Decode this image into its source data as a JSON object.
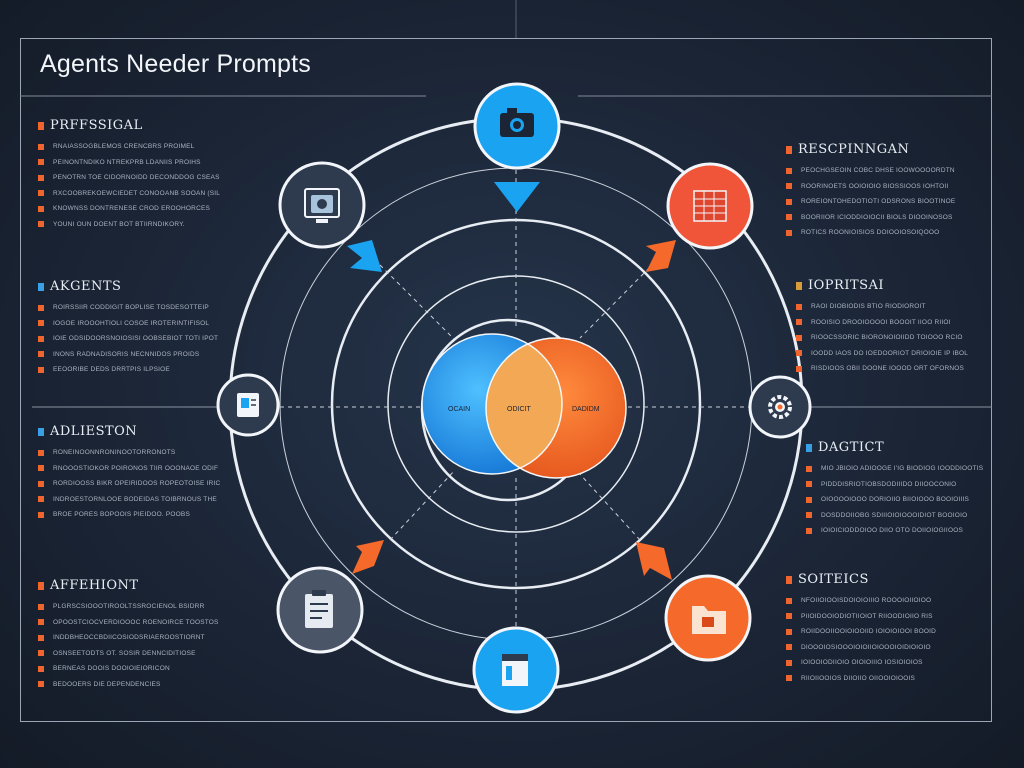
{
  "title": "Agents Needer Prompts",
  "colors": {
    "background": "#1b2536",
    "accent_blue": "#1aa3f0",
    "accent_orange": "#f56a2a",
    "accent_red": "#f0553a",
    "node_dark": "#2e3a4e",
    "line": "#e8edf3"
  },
  "venn": {
    "left_label": "OCAIN",
    "middle_label": "ODICIT",
    "right_label": "DADIDM"
  },
  "nodes": [
    {
      "id": "top",
      "icon": "camera-icon",
      "color": "#1aa3f0"
    },
    {
      "id": "top-left",
      "icon": "document-stack-icon",
      "color": "#2e3a4e"
    },
    {
      "id": "top-right",
      "icon": "grid-chart-icon",
      "color": "#f0553a"
    },
    {
      "id": "left",
      "icon": "id-card-icon",
      "color": "#2e3a4e"
    },
    {
      "id": "right",
      "icon": "gear-icon",
      "color": "#2e3a4e"
    },
    {
      "id": "bottom-left",
      "icon": "clipboard-icon",
      "color": "#4a5568"
    },
    {
      "id": "bottom",
      "icon": "box-icon",
      "color": "#1aa3f0"
    },
    {
      "id": "bottom-right",
      "icon": "folder-icon",
      "color": "#f56a2a"
    }
  ],
  "sections": [
    {
      "id": "professional",
      "heading": "PRFFSSIGAL",
      "mark_color": "#f0642e",
      "lines": [
        "RNAIASSOGBLEMOS CRENCBRS PROIMEL",
        "PEINONTNDIKO NTREKPRB LDANIIS PROIHS",
        "PENOTRN TOE CIDORNOIDD DECONDDOG CSEAS",
        "RXCOOBREKOEWCIEDET CONOOANB SOOAN (SIL",
        "KNOWNSS DONTRENESE CROD EROOHORCES",
        "YOUNI OUN DOENT BOT BTIIRNDIKORY."
      ]
    },
    {
      "id": "agents",
      "heading": "AKGENTS",
      "mark_color": "#39a0e6",
      "lines": [
        "ROIRSSIIR CODDIGIT BOPLISE TOSDESOTTEIP",
        "IOGOE IROOOHTIOLI COSOE IROTERINTIFISOL",
        "IOIE ODSIDOORSNOIOSISI OOBSEBIOT TOTI IPOT",
        "INONS RADNADISORIS NECNNIDOS PROIDS",
        "EEOORIBE DEDS DRRTPIS ILPSIOE"
      ]
    },
    {
      "id": "adlieston",
      "heading": "ADLIESTON",
      "mark_color": "#39a0e6",
      "lines": [
        "RONEINOONNRONINOOTORRONOTS",
        "RNOOOSTIOKOR POIRONOS TIIR OOONAOE ODIF",
        "RORDIOOSS BIKR OPEIRIDOOS ROPEOTOISE IRIC",
        "INDROESTORNLOOE BODEIDAS TOIBRNOUS THE",
        "BROE PORES BOPOOIS PIEIDOO. POOBS"
      ]
    },
    {
      "id": "affehiont",
      "heading": "AFFEHIONT",
      "mark_color": "#f0642e",
      "lines": [
        "PLGRSCSIOOOTIROOLTSSROCIENOL BSIDRR",
        "OPOOSTCIOCVERDIOOOC ROENOIRCE TOOSTOS",
        "INDDBHEOCCBDIICOSIODSRIAEROOSTIORNT",
        "OSNSEETODTS OT. SOSIR DENNCIDITIOSE",
        "BERNEAS DOOIS DOOIOIEIORICON",
        "BEDOOERS DIE DEPENDENCIES"
      ]
    },
    {
      "id": "respinnoan",
      "heading": "RESCPINNGAN",
      "mark_color": "#f0642e",
      "lines": [
        "PEOCHGSEOIN COBC DHSE IOOWOOOORDTN",
        "ROORINOETS OOIOIOIO BIOSSIOOS IOHTOII",
        "ROREIONTOHEDOTIOTI ODSRONS BIOOTINOE",
        "BOORIIOR ICIODDIOIOCII BIOLS DIOOINOSOS",
        "ROTICS ROONIOISIOS DOIOOIOSOIQOOO"
      ]
    },
    {
      "id": "iopritsai",
      "heading": "IOPRITSAI",
      "mark_color": "#d99a3a",
      "lines": [
        "RAOI DIOBIODIS BTIO RIODIOROIT",
        "ROOISIO DROOIOOOOI BOOOIT IIOO RIIOI",
        "RIOOCSSORIC BIORONOIOIIDD TOIOOO RCIO",
        "IOODD IAOS DO IOEDOORIOT DRIOIOIE IP IBOL",
        "RISDIOOS OBII DOONE IOOOD ORT OFORNOS"
      ]
    },
    {
      "id": "dagtict",
      "heading": "DAGTICT",
      "mark_color": "#39a0e6",
      "lines": [
        "MIO JBIOIO ADIOOGE I'IG BIODIOG IOODDIOOTIS",
        "PIDDDISRIOTIOBSDODIIIDO DIIOOCONIO",
        "OIOOOOIOOO DORIOIIO BIIOIOOO BOOIOIIIS",
        "DOSDDOIIOBG SDIIIOIOIOOOIDIOT BOOIOIO",
        "IOIOICIODDOIOO DIIO OTO DOIIOIOGIIOOS"
      ]
    },
    {
      "id": "sointeics",
      "heading": "SOITEICS",
      "mark_color": "#f0642e",
      "lines": [
        "NFOIIOIOOISDOIOIOIIIO ROOOIOIIOIOO",
        "PIIOIDOOIODIOTIIOIOT RIIOODIOIIO RIS",
        "ROIIDOOIIOOIOIOOIID IOIOIOIOOI BOOID",
        "DIOOOIOSIOOOIOIOIIOIOOOIOIDIOIOIO",
        "IOIOOIODIIOIO OIOIOIIIO IOSIOIOIOS",
        "RIIOIIOOIOS DIIOIIO OIIOOIOIOOIS"
      ]
    }
  ]
}
